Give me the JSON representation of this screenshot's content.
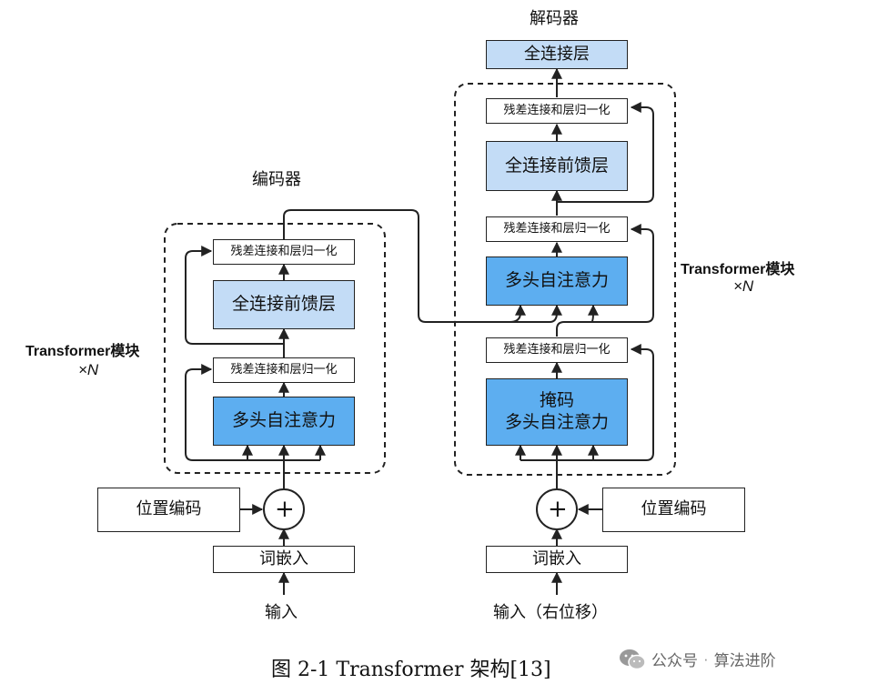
{
  "encoder": {
    "title": "编码器",
    "addnorm_top": "残差连接和层归一化",
    "ffn": "全连接前馈层",
    "addnorm_bottom": "残差连接和层归一化",
    "attention": "多头自注意力",
    "block_label": "Transformer模块",
    "block_repeat": "×N",
    "pos_encoding": "位置编码",
    "embedding": "词嵌入",
    "input": "输入"
  },
  "decoder": {
    "title": "解码器",
    "output_fc": "全连接层",
    "addnorm_1": "残差连接和层归一化",
    "ffn": "全连接前馈层",
    "addnorm_2": "残差连接和层归一化",
    "cross_attention": "多头自注意力",
    "addnorm_3": "残差连接和层归一化",
    "masked_attention_line1": "掩码",
    "masked_attention_line2": "多头自注意力",
    "block_label": "Transformer模块",
    "block_repeat": "×N",
    "pos_encoding": "位置编码",
    "embedding": "词嵌入",
    "input": "输入（右位移）"
  },
  "plus_symbol": "+",
  "caption": "图 2-1 Transformer 架构[13]",
  "watermark": {
    "icon": "wechat-icon",
    "text1": "公众号",
    "sep": "·",
    "text2": "算法进阶"
  },
  "colors": {
    "light_block": "#c3dcf6",
    "attention_block": "#5daef0",
    "line": "#222222"
  }
}
